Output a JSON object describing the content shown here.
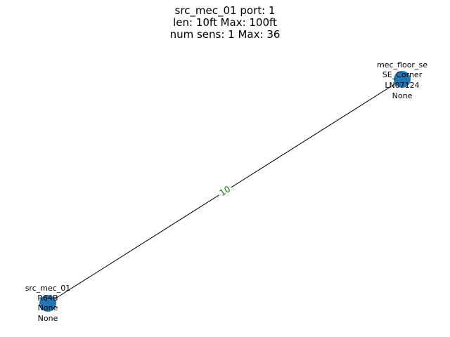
{
  "title": {
    "line1": "src_mec_01 port: 1",
    "line2": "len: 10ft Max: 100ft",
    "line3": "num sens: 1 Max: 36"
  },
  "colors": {
    "node_fill": "#1f77b4",
    "edge": "#000000",
    "edge_label": "#008000"
  },
  "nodes": [
    {
      "id": "src_mec_01",
      "labels": [
        "src_mec_01",
        "R64B",
        "None",
        "None"
      ]
    },
    {
      "id": "mec_floor_se",
      "labels": [
        "mec_floor_se",
        "SE_Corner",
        "LN07124",
        "None"
      ]
    }
  ],
  "edges": [
    {
      "source": "src_mec_01",
      "target": "mec_floor_se",
      "label": "10"
    }
  ]
}
